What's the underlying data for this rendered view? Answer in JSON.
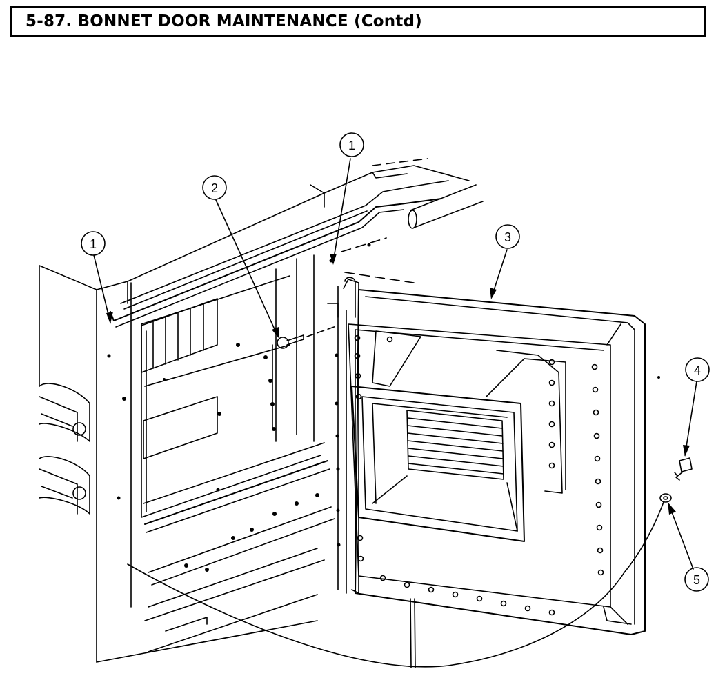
{
  "header": {
    "title": "5-87.  BONNET DOOR MAINTENANCE (Contd)"
  },
  "callouts": {
    "c1_left": "1",
    "c1_top": "1",
    "c2": "2",
    "c3": "3",
    "c4": "4",
    "c5": "5"
  }
}
